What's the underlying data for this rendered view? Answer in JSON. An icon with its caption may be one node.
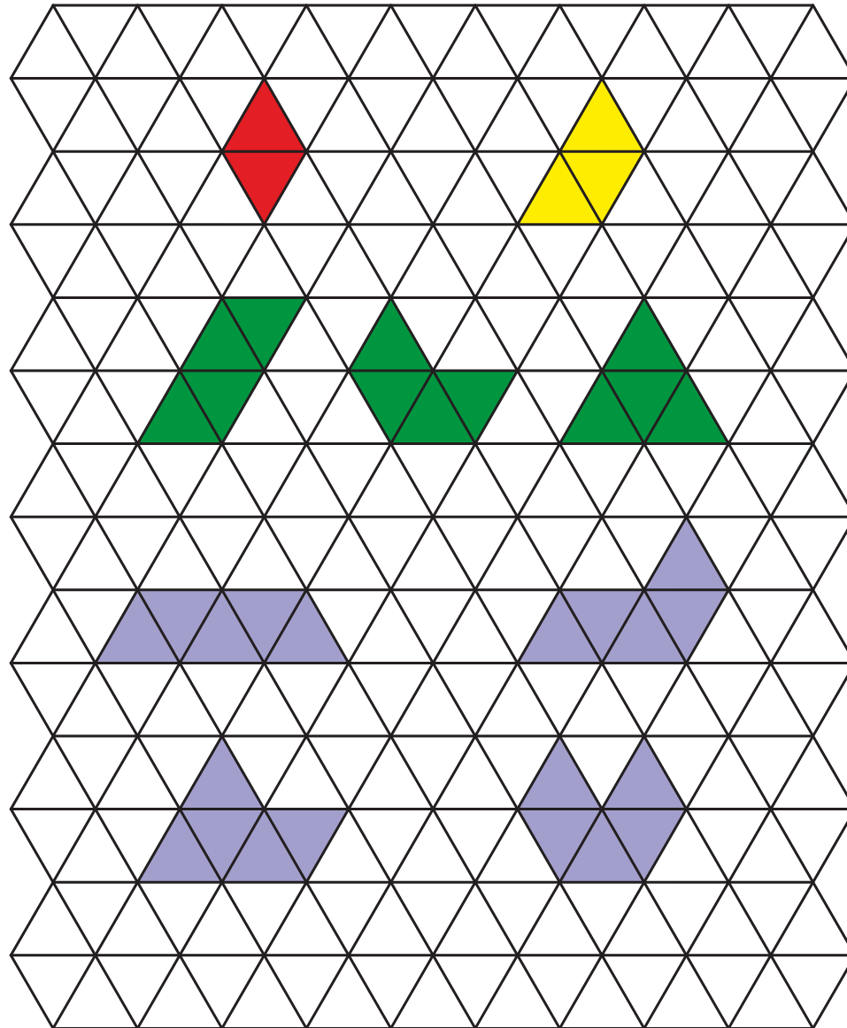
{
  "diagram": {
    "nodes": [
      {
        "text": [],
        "shape": "diamond"
      },
      {
        "text": [],
        "shape": "polygon"
      },
      {
        "text": [],
        "shape": "parallelogram"
      },
      {
        "text": [],
        "shape": "polygon"
      },
      {
        "text": [],
        "shape": "triangle"
      },
      {
        "text": [],
        "shape": "trapezoid"
      },
      {
        "text": [],
        "shape": "polygon"
      },
      {
        "text": [],
        "shape": "polygon"
      },
      {
        "text": [],
        "shape": "polygon"
      }
    ]
  }
}
